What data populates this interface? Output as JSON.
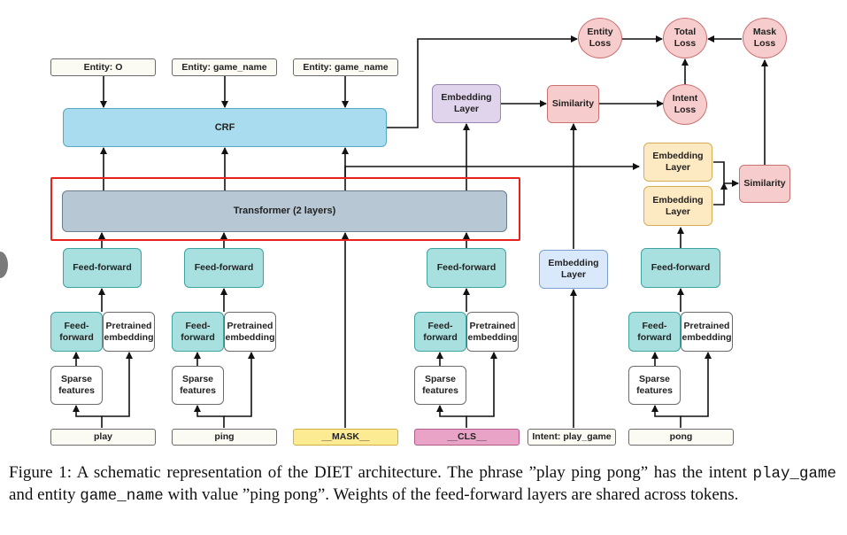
{
  "diagram": {
    "entities": [
      "Entity: O",
      "Entity: game_name",
      "Entity: game_name"
    ],
    "crf": "CRF",
    "transformer": "Transformer (2 layers)",
    "feed_forward": "Feed-forward",
    "ff_small_top": "Feed-",
    "ff_small_bottom": "forward",
    "pretrained_top": "Pretrained",
    "pretrained_bottom": "embedding",
    "sparse_top": "Sparse",
    "sparse_bottom": "features",
    "tokens": [
      "play",
      "ping",
      "__MASK__",
      "__CLS__",
      "Intent: play_game",
      "pong"
    ],
    "embedding_layer_top": "Embedding",
    "embedding_layer_bottom": "Layer",
    "similarity": "Similarity",
    "entity_loss_top": "Entity",
    "entity_loss_bottom": "Loss",
    "total_loss_top": "Total",
    "total_loss_bottom": "Loss",
    "mask_loss_top": "Mask",
    "mask_loss_bottom": "Loss",
    "intent_loss_top": "Intent",
    "intent_loss_bottom": "Loss"
  },
  "caption": {
    "p1": "Figure 1:  A schematic representation of the DIET architecture.  The phrase ”play ping pong” has the intent",
    "code1": "play_game",
    "p2": " and entity ",
    "code2": "game_name",
    "p3": " with value ”ping pong”. Weights of the feed-forward layers are shared across tokens."
  },
  "colors": {
    "red_frame": "#e8231d",
    "crf": "#a9dcef",
    "transformer": "#b7c7d3",
    "feed_forward": "#a8e0df",
    "loss": "#f7cccc"
  }
}
